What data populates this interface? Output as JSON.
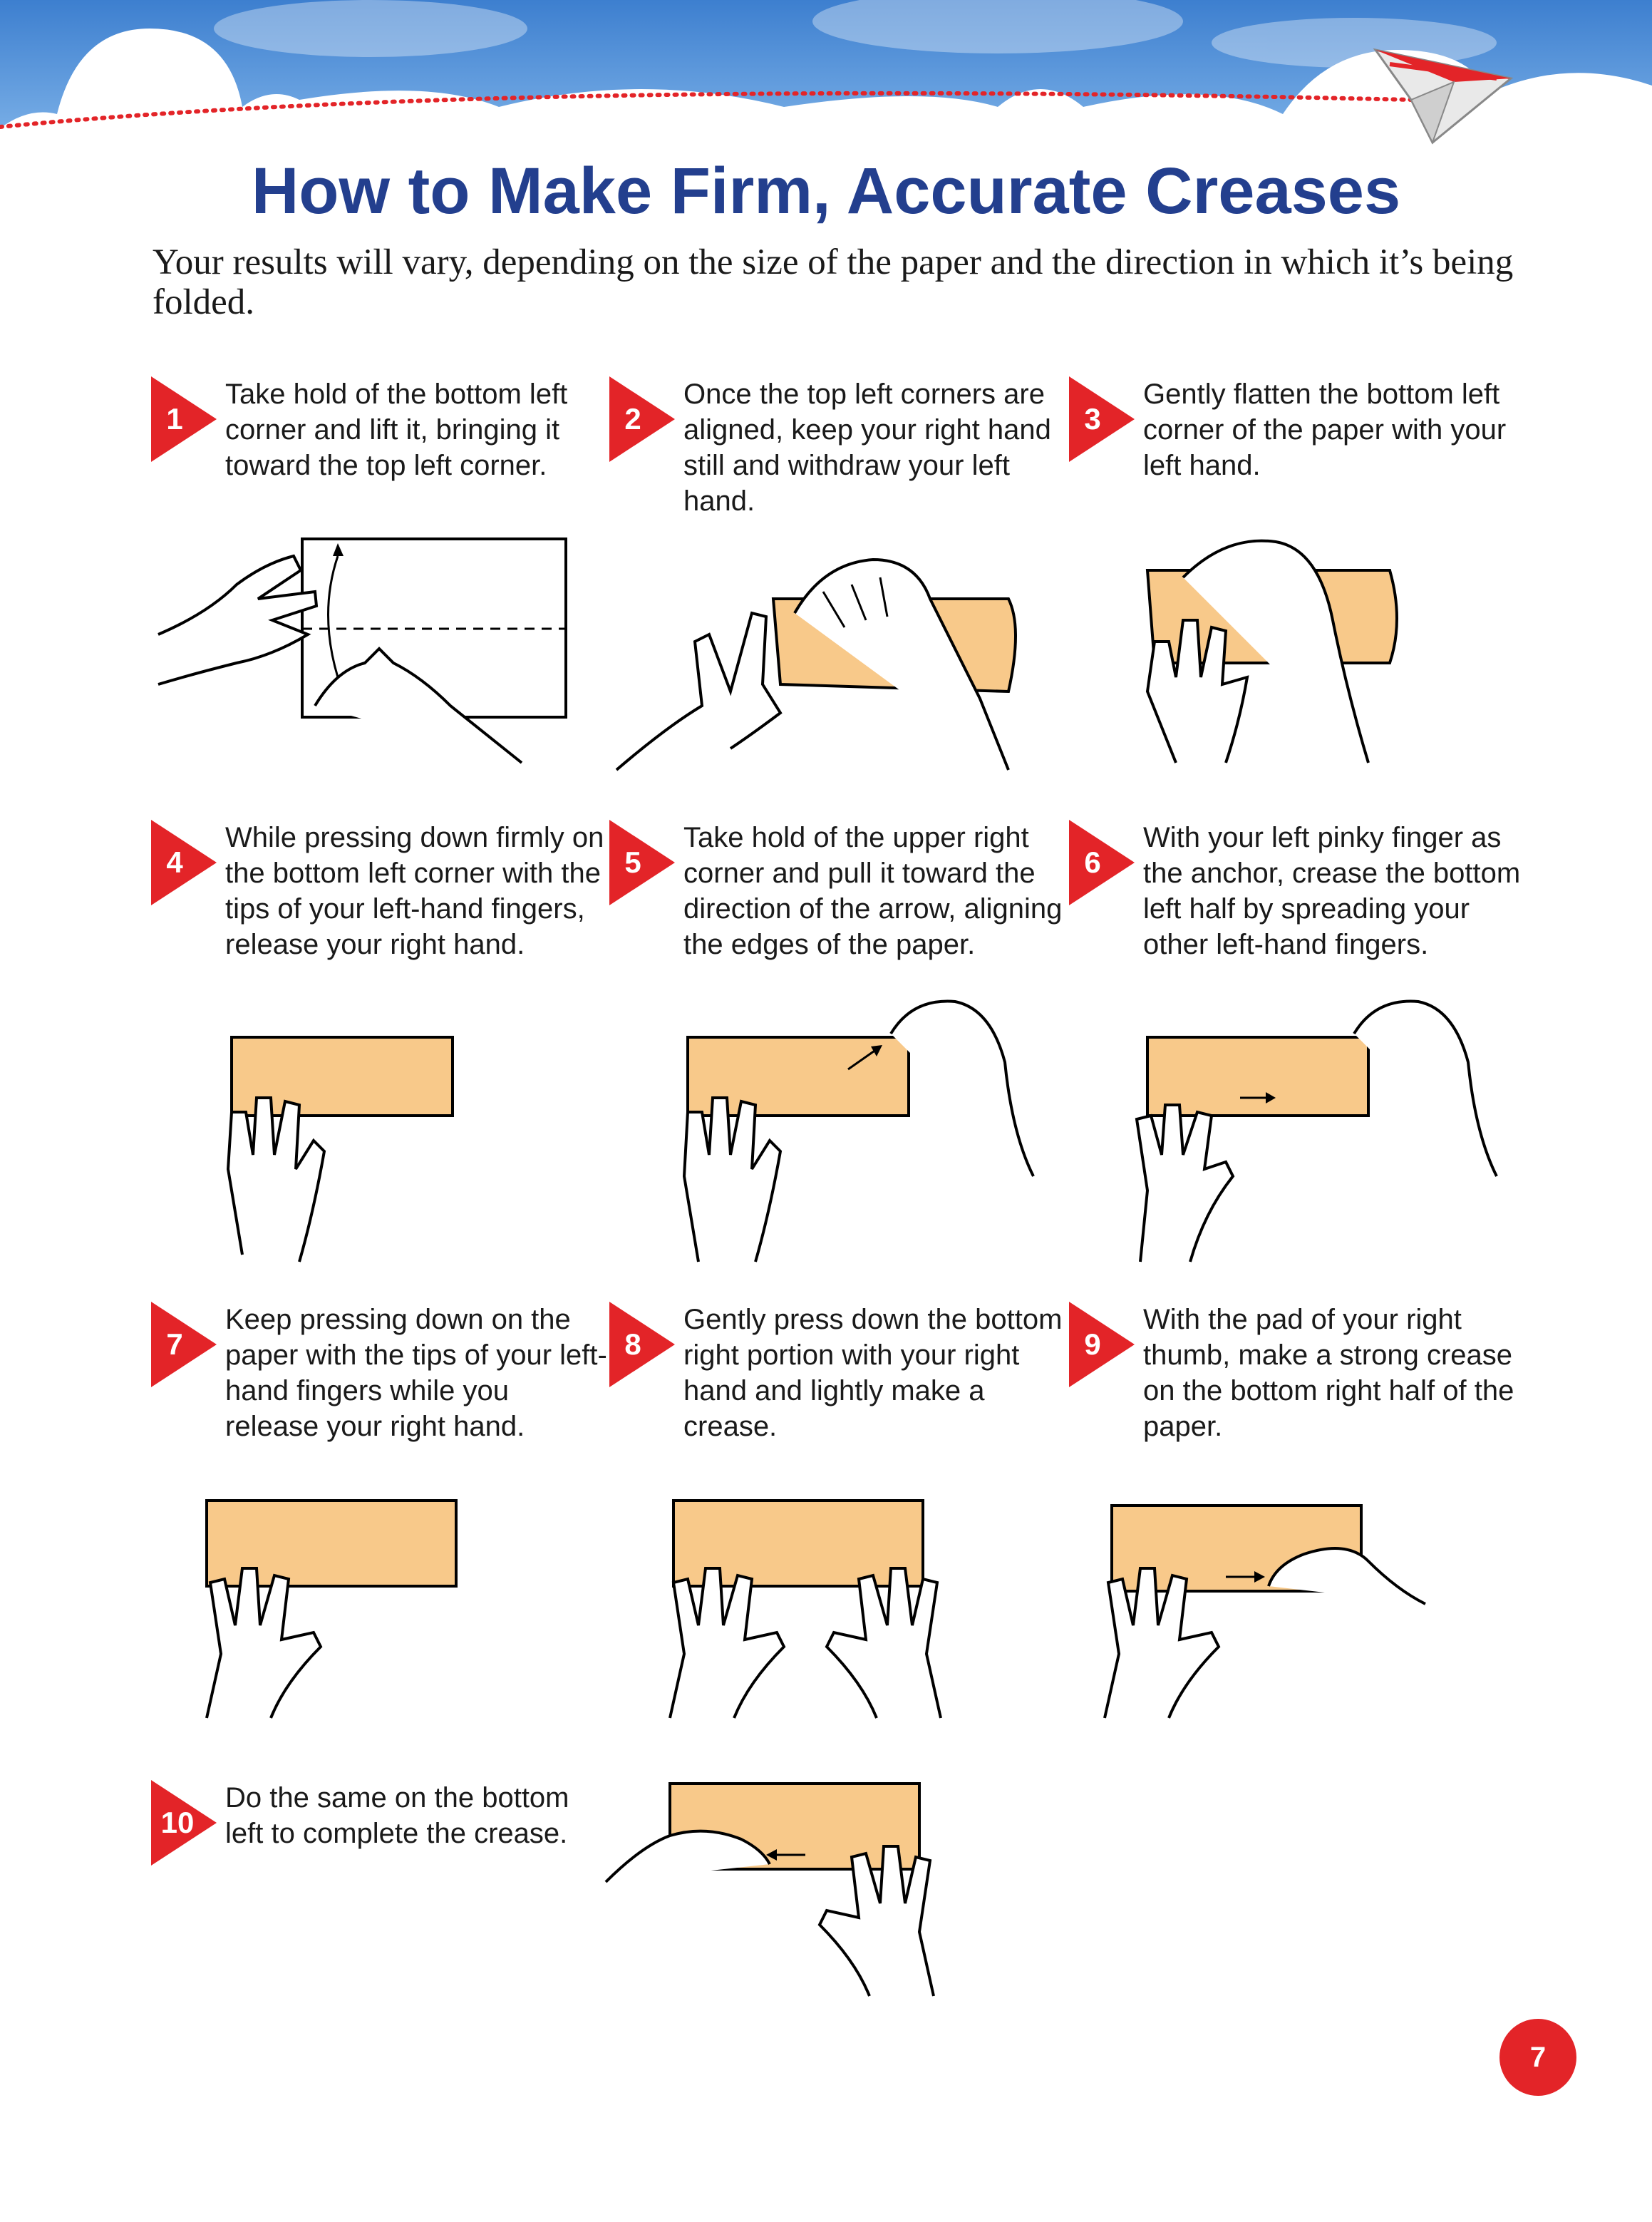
{
  "page": {
    "title": "How to Make Firm, Accurate Creases",
    "intro": "Your results will vary, depending on the size of the paper and the direction in which it’s being folded.",
    "page_number": "7"
  },
  "colors": {
    "title": "#233f8e",
    "badge": "#e32428",
    "paper": "#f8c98a",
    "sky": "#4f8fd6"
  },
  "steps": [
    {
      "number": "1",
      "text": "Take hold of the bottom left corner and lift it, bringing it toward the top left corner."
    },
    {
      "number": "2",
      "text": "Once the top left corners are aligned, keep your right hand still and withdraw your left hand."
    },
    {
      "number": "3",
      "text": "Gently flatten the bottom left corner of the paper with your left hand."
    },
    {
      "number": "4",
      "text": "While pressing down firmly on the bottom left corner with the tips of your left-hand fingers, release your right hand."
    },
    {
      "number": "5",
      "text": "Take hold of the upper right corner and pull it toward the direction of the arrow, aligning the edges of the paper."
    },
    {
      "number": "6",
      "text": "With your left pinky finger as the anchor, crease the bottom left half by spreading your other left-hand fingers."
    },
    {
      "number": "7",
      "text": "Keep pressing down on the paper with the tips of your left-hand fingers while you release your right hand."
    },
    {
      "number": "8",
      "text": "Gently press down the bottom right portion with your right hand and lightly make a crease."
    },
    {
      "number": "9",
      "text": "With the pad of your right thumb, make a strong crease on the bottom right half of the paper."
    },
    {
      "number": "10",
      "text": "Do the same on the bottom left to complete the crease."
    }
  ]
}
